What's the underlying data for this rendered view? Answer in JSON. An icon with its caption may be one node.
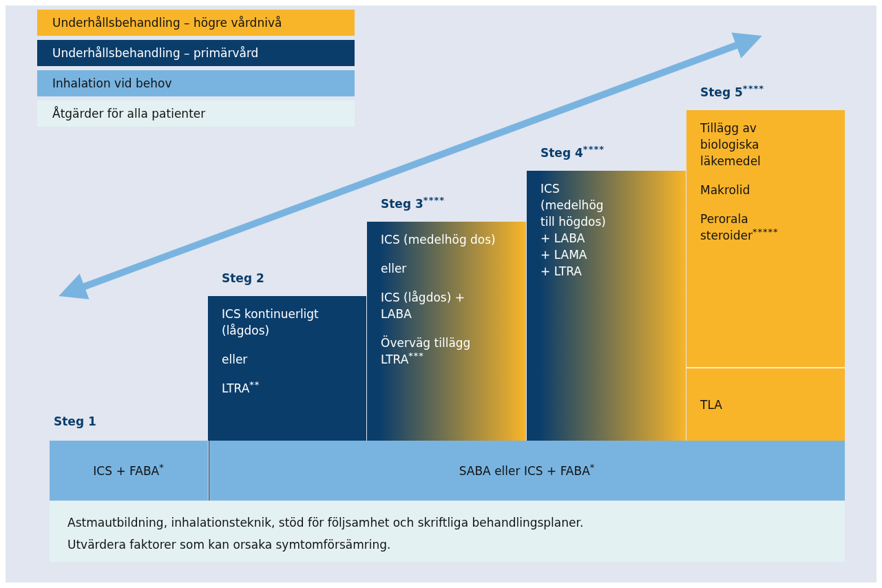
{
  "diagram": {
    "nodes": [
      {
        "text": [
          "Steg 1",
          "ICS + FABA$^{*}$"
        ]
      },
      {
        "text": [
          "Steg 2",
          "ICS kontinuerligt (lågdos)",
          "eller",
          "LTRA$^{**}$"
        ]
      },
      {
        "text": [
          "Steg 3$^{****}$",
          "ICS (medelhög dos)",
          "eller",
          "ICS (lågdos) + LABA",
          "Överväg tillägg LTRA$^{***}$"
        ]
      },
      {
        "text": [
          "Steg 4$^{****}$",
          "ICS (medelhög till högdos)",
          "+ LABA",
          "+ LAMA",
          "+ LTRA"
        ]
      },
      {
        "text": [
          "Steg 5$^{****}$",
          "Tillägg av biologiska läkemedel",
          "Makrolid",
          "Perorala steroider$^{*****}$"
        ]
      },
      {
        "text": [
          "TLA"
        ]
      },
      {
        "text": [
          "SABA eller ICS + FABA$^{*}$"
        ]
      },
      {
        "text": [
          "Astmautbildning, inhalationsteknik, stöd för följsamhet och skriftliga behandlingsplaner.",
          "Utvärdera faktorer som kan orsaka symtomförsämring."
        ]
      }
    ],
    "legend": [
      {
        "text": "Underhållsbehandling – högre vårdnivå",
        "color": "#f8b52a"
      },
      {
        "text": "Underhållsbehandling – primärvård",
        "color": "#0b3d6b"
      },
      {
        "text": "Inhalation vid behov",
        "color": "#79b4e0"
      },
      {
        "text": "Åtgärder för alla patienter",
        "color": "#e3f1f3"
      }
    ]
  }
}
